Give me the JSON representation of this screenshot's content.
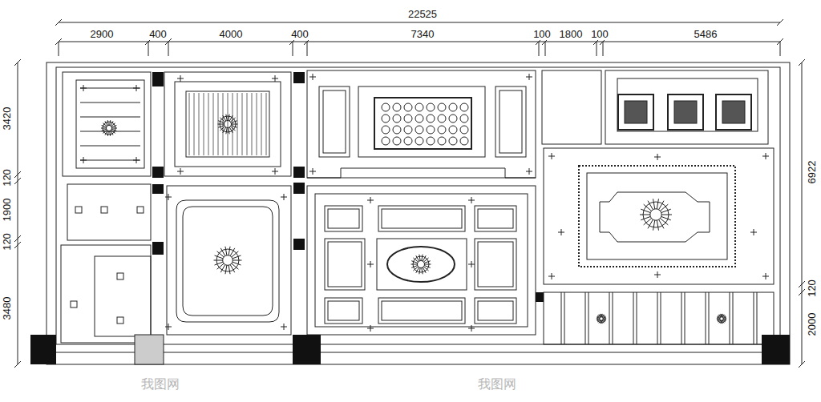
{
  "diagram": {
    "labels": [
      "22525",
      "2900",
      "400",
      "4000",
      "400",
      "7340",
      "100",
      "1800",
      "100",
      "5486",
      "3420",
      "120",
      "1900",
      "120",
      "3480",
      "6922",
      "120",
      "2000",
      "我图网",
      "我图网"
    ]
  }
}
